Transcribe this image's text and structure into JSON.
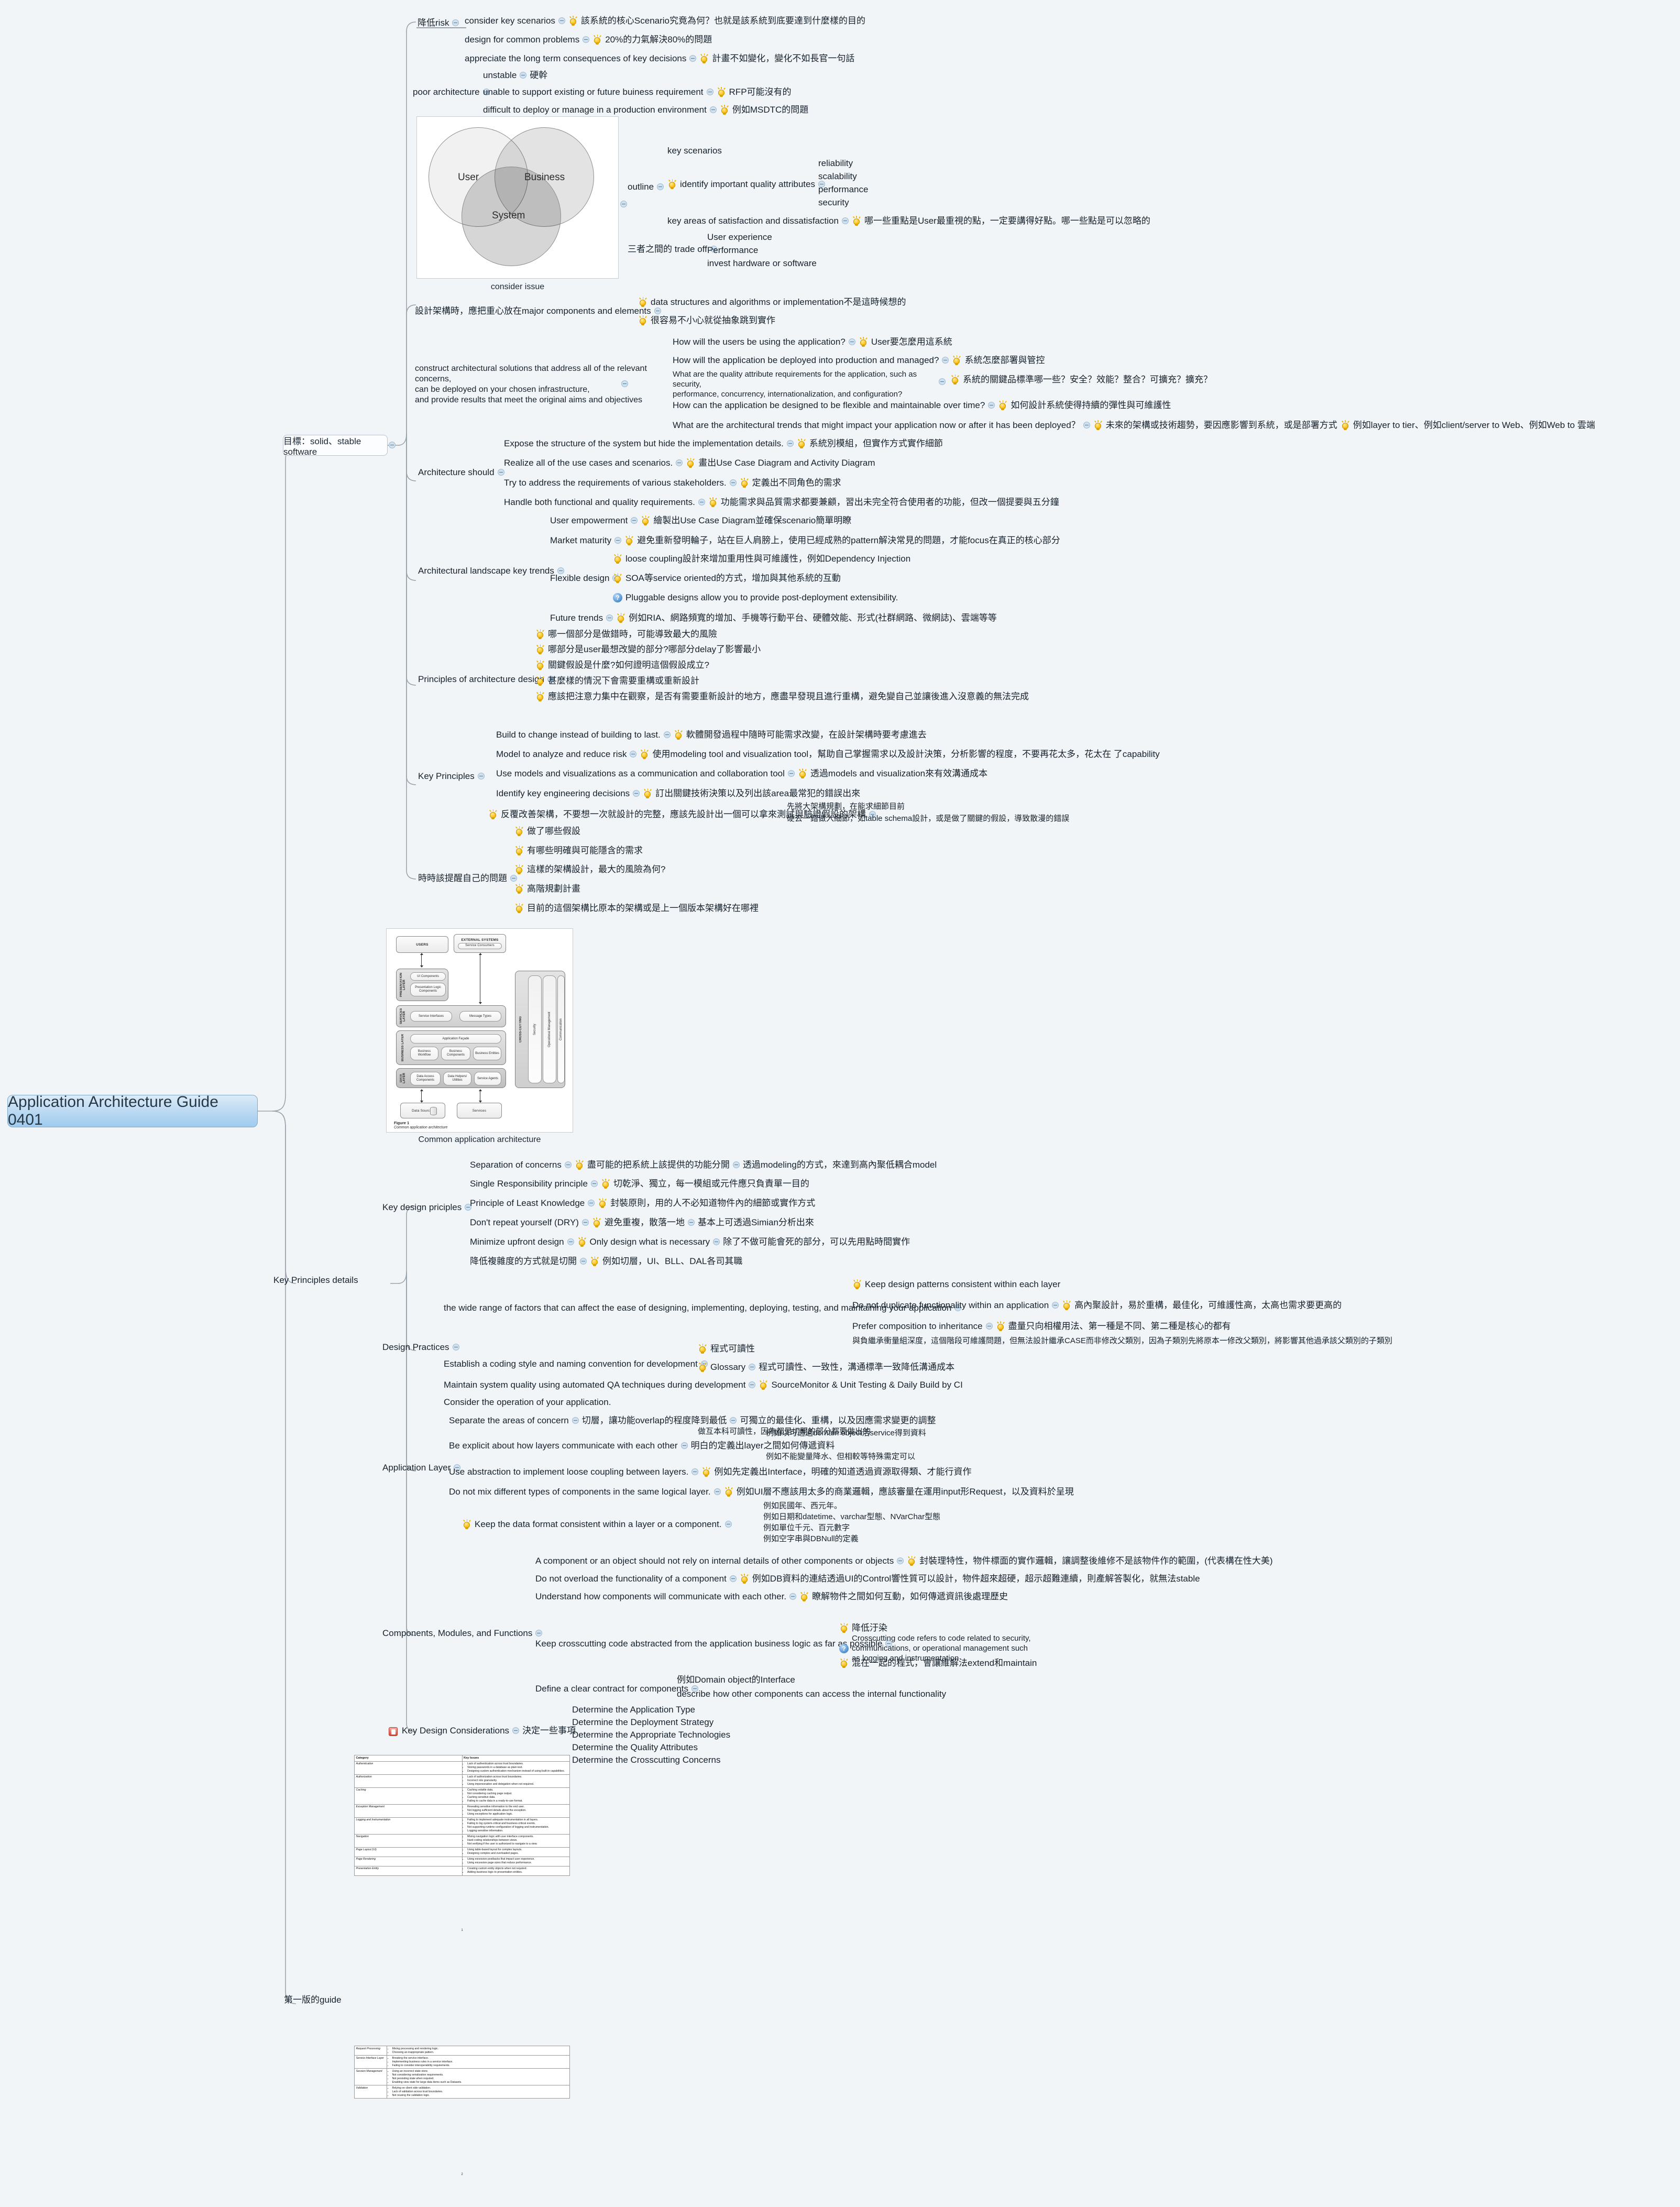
{
  "root": {
    "label": "Application Architecture Guide 0401"
  },
  "icons": {
    "bulb": "lightbulb-icon",
    "question": "question-icon",
    "toggle": "collapse-toggle-icon"
  },
  "branches": {
    "reduce_risk": {
      "label": "降低risk",
      "children": [
        {
          "label": "consider key scenarios",
          "note": "該系統的核心Scenario究竟為何？也就是該系統到底要達到什麼樣的目的"
        },
        {
          "label": "design for common problems",
          "note": "20%的力氣解決80%的問題"
        },
        {
          "label": "appreciate the long term consequences of key decisions",
          "note": "計畫不如變化，變化不如長官一句話"
        }
      ]
    },
    "poor_architecture": {
      "label": "poor architecture",
      "children": [
        {
          "label": "unstable",
          "note": "硬幹"
        },
        {
          "label": "unable to support existing or future buiness requirement",
          "note": "RFP可能沒有的"
        },
        {
          "label": "difficult to deploy or manage in a production environment",
          "note": "例如MSDTC的問題"
        }
      ]
    },
    "venn": {
      "caption": "consider issue",
      "circles": [
        "User",
        "Business",
        "System"
      ]
    },
    "outline": {
      "label": "outline",
      "children": [
        {
          "label": "key scenarios"
        },
        {
          "label": "identify important quality attributes",
          "has_bulb": true,
          "children": [
            "reliability",
            "scalability",
            "performance",
            "security"
          ]
        },
        {
          "label": "key areas of satisfaction and dissatisfaction",
          "note": "哪一些重點是User最重視的點，一定要講得好點。哪一些點是可以忽略的"
        }
      ]
    },
    "tradeoff": {
      "label": "三者之間的 trade off",
      "children": [
        "User experience",
        "Performance",
        "invest hardware or software"
      ]
    },
    "design_focus": {
      "label": "設計架構時，應把重心放在major components and elements",
      "notes": [
        "data structures and algorithms or implementation不是這時候想的",
        "很容易不小心就從抽象跳到實作"
      ]
    },
    "construct": {
      "label": "construct architectural solutions that address all of  the relevant concerns,\ncan be deployed on your chosen infrastructure,\nand provide results that meet the original aims and objectives",
      "children": [
        {
          "label": "How will the users be using the application?",
          "note": "User要怎麼用這系統"
        },
        {
          "label": "How will the application be deployed into production and managed?",
          "note": "系統怎麼部署與管控"
        },
        {
          "label": "What are the quality attribute requirements for the application, such as security,\nperformance, concurrency, internationalization, and configuration?",
          "note": "系統的關鍵品標準哪一些？安全？效能？整合？可擴充？擴充？"
        },
        {
          "label": "How can the application be designed to be flexible and maintainable over time?",
          "note": "如何設計系統使得持續的彈性與可維護性"
        },
        {
          "label": "What are the architectural trends that might impact your application now or after it has been deployed？",
          "notes": [
            "未來的架構或技術趨勢，要因應影響到系統，或是部署方式",
            "例如layer to tier、例如client/server to Web、例如Web to 雲端"
          ]
        }
      ]
    },
    "goal": {
      "label": "目標：solid、stable software"
    },
    "architecture_should": {
      "label": "Architecture should",
      "children": [
        {
          "label": "Expose the structure of the system but hide the implementation details.",
          "note": "系統別模組，但實作方式實作細節"
        },
        {
          "label": "Realize all of the use cases and scenarios.",
          "note": "畫出Use Case Diagram and Activity Diagram"
        },
        {
          "label": "Try to address the requirements of various stakeholders.",
          "note": "定義出不同角色的需求"
        },
        {
          "label": "Handle both functional and quality requirements.",
          "note": "功能需求與品質需求都要兼顧，習出未完全符合使用者的功能，但改一個提要與五分鐘"
        }
      ]
    },
    "landscape": {
      "label": "Architectural landscape key trends",
      "children": [
        {
          "label": "User empowerment",
          "note": "繪製出Use Case Diagram並確保scenario簡單明瞭"
        },
        {
          "label": "Market maturity",
          "note": "避免重新發明輪子，站在巨人肩膀上，使用已經成熟的pattern解決常見的問題，才能focus在真正的核心部分"
        },
        {
          "label": "Flexible design",
          "bullets": [
            {
              "note": "loose coupling設計來增加重用性與可維護性，例如Dependency Injection"
            },
            {
              "note": "SOA等service oriented的方式，增加與其他系統的互動"
            },
            {
              "note": "Pluggable designs allow you to provide post-deployment extensibility.",
              "icon": "question"
            }
          ]
        },
        {
          "label": "Future trends",
          "note": "例如RIA、網路頻寬的增加、手機等行動平台、硬體效能、形式(社群網路、微網誌)、雲端等等"
        }
      ]
    },
    "principles_arch_design": {
      "label": "Principles of architecture design",
      "notes": [
        "哪一個部分是做錯時，可能導致最大的風險",
        "哪部分是user最想改變的部分?哪部分delay了影響最小",
        "關鍵假設是什麼?如何證明這個假設成立?",
        "甚麼樣的情況下會需要重構或重新設計",
        "應該把注意力集中在觀察，是否有需要重新設計的地方，應盡早發現且進行重構，避免變自己並讓後進入沒意義的無法完成"
      ]
    },
    "key_principles": {
      "label": "Key Principles",
      "children": [
        {
          "label": "Build to change instead of building to last.",
          "note": "軟體開發過程中隨時可能需求改變，在設計架構時要考慮進去"
        },
        {
          "label": "Model to analyze and reduce risk",
          "note": "使用modeling tool and visualization tool，幫助自己掌握需求以及設計決策，分析影響的程度，不要再花太多，花太在 了capability"
        },
        {
          "label": "Use models and visualizations as a communication and collaboration tool",
          "note": "透過models and visualization來有效溝通成本"
        },
        {
          "label": "Identify key engineering decisions",
          "note": "訂出關鍵技術決策以及列出該area最常犯的錯誤出來"
        },
        {
          "label": "反覆改善架構，不要想一次就設計的完整，應該先設計出一個可以拿來測試與驗證假設的架構",
          "notes": [
            "先將大架構規劃，在能求細節目前",
            "硬去一錯做入細節，如table schema設計，或是做了關鍵的假設，導致散漫的錯誤"
          ]
        }
      ]
    },
    "self_questions": {
      "label": "時時該提醒自己的問題",
      "notes": [
        "做了哪些假設",
        "有哪些明確與可能隱含的需求",
        "這樣的架構設計，最大的風險為何?",
        "高階規劃計畫",
        "目前的這個架構比原本的架構或是上一個版本架構好在哪裡"
      ]
    },
    "arch_figure": {
      "caption": "Common application architecture",
      "fig_label": "Figure 1",
      "fig_sub": "Common application architecture"
    },
    "key_principles_details": {
      "label": "Key Principles details"
    },
    "key_design_principles": {
      "label": "Key design priciples",
      "children": [
        {
          "label": "Separation of concerns",
          "note": "盡可能的把系統上該提供的功能分開",
          "note2": "透過modeling的方式，來達到高內聚低耦合model"
        },
        {
          "label": "Single Responsibility principle",
          "note": "切乾淨、獨立，每一模組或元件應只負責單一目的"
        },
        {
          "label": "Principle of Least Knowledge",
          "note": "封裝原則，用的人不必知道物件內的細節或實作方式"
        },
        {
          "label": "Don't repeat yourself (DRY)",
          "note": "避免重複，散落一地",
          "note2": "基本上可透過Simian分析出來"
        },
        {
          "label": "Minimize upfront design",
          "note": "Only design what is necessary",
          "note2": "除了不做可能會死的部分，可以先用點時間實作"
        },
        {
          "label": "降低複雜度的方式就是切開",
          "note": "例如切層，UI、BLL、DAL各司其職"
        }
      ]
    },
    "design_practices": {
      "label": "Design Practices",
      "children": [
        {
          "label": "the wide range of factors that can affect the ease of designing, implementing, deploying, testing, and maintaining your application",
          "children": [
            {
              "label": "Keep design patterns consistent within each layer",
              "has_bulb": true
            },
            {
              "label": "Do not duplicate functionality within an application",
              "note": "高內聚設計，易於重構，最佳化，可維護性高，太高也需求要更高的"
            },
            {
              "label": "Prefer composition to inheritance",
              "note": "盡量只向相權用法、第一種是不同、第二種是核心的都有",
              "note2": "與負繼承衝量組深度，這個階段可維護問題，但無法設計繼承CASE而非修改父類別，因為子類別先將原本一修改父類別，將影響其他過承該父類別的子類別"
            }
          ]
        },
        {
          "label": "Establish a coding style and naming convention for development",
          "notes": [
            "程式可讀性"
          ],
          "children": [
            {
              "label": "Glossary",
              "note": "程式可讀性、一致性，溝通標準一致降低溝通成本"
            }
          ]
        },
        {
          "label": "Maintain system quality using automated QA techniques during development",
          "note": "SourceMonitor & Unit Testing & Daily Build by CI"
        },
        {
          "label": "Consider the operation of your application."
        }
      ]
    },
    "application_layer": {
      "label": "Application Layer",
      "children": [
        {
          "label": "Separate the areas of concern",
          "note": "切層，讓功能overlap的程度降到最低",
          "note2": "可獨立的最佳化、重構，以及因應需求變更的調整",
          "note3": "做互本科可讀性，因為都是切開的部分都要做出的"
        },
        {
          "label": "Be explicit about how layers communicate with each other",
          "notes": [
            "明白的定義出layer之間如何傳遞資料",
            "例如以可透過domain object活service得到資料",
            "例如不能變量降水、但相較等特殊需定可以"
          ]
        },
        {
          "label": "Use abstraction to implement loose coupling between layers.",
          "note": "例如先定義出Interface，明確的知道透過資源取得類、才能行資作"
        },
        {
          "label": "Do not mix different types of components in the same logical layer.",
          "note": "例如UI層不應該用太多的商業邏輯，應該審量在運用input形Request，以及資料於呈現"
        },
        {
          "label": "Keep the data format consistent within a layer or a component.",
          "notes": [
            "例如民國年、西元年。",
            "例如日期和datetime、varchar型態、NVarChar型態",
            "例如單位千元、百元數字",
            "例如空字串與DBNull的定義"
          ]
        }
      ]
    },
    "components_modules": {
      "label": "Components, Modules, and Functions",
      "children": [
        {
          "label": "A component or an object should not rely on internal details of other components or objects",
          "note": "封裝理特性，物件標面的實作邏輯，讓調整後維修不是該物件作的範圍，(代表構在性大美)"
        },
        {
          "label": "Do not overload the functionality of a component",
          "note": "例如DB資料的連結透過UI的Control響性質可以設計，物件超來超硬，超示超難連續，則產解答製化，就無法stable"
        },
        {
          "label": "Understand how components will communicate with each other.",
          "note": "瞭解物件之間如何互動，如何傳遞資訊後處理歷史"
        },
        {
          "label": "Keep crosscutting code abstracted from the application business logic as far as possible",
          "notes": [
            "降低汙染"
          ],
          "qnote": "Crosscutting code refers to code related to security, communications, or operational management such as logging and instrumentation",
          "note2": "混在一起的程式，會讓維解法extend和maintain"
        },
        {
          "label": "Define a clear contract for components",
          "children": [
            "例如Domain object的Interface",
            "describe how other components can access the internal functionality"
          ]
        }
      ]
    },
    "key_design_considerations": {
      "label": "Key Design Considerations",
      "sub": "決定一些事項",
      "children": [
        "Determine the Application Type",
        "Determine the Deployment Strategy",
        "Determine the Appropriate Technologies",
        "Determine the Quality Attributes",
        "Determine the Crosscutting Concerns"
      ]
    },
    "first_guide": {
      "label": "第一版的guide"
    }
  },
  "arch_figure": {
    "users": "USERS",
    "external_systems": "EXTERNAL SYSTEMS",
    "service_consumers": "Service Consumers",
    "presentation_layer": "PRESENTATION LAYER",
    "ui_components": "UI Components",
    "presentation_logic": "Presentation Logic Components",
    "services_layer": "SERVICES LAYER",
    "service_interfaces": "Service Interfaces",
    "message_types": "Message Types",
    "business_layer": "BUSINESS LAYER",
    "application_facade": "Application Façade",
    "business_workflow": "Business Workflow",
    "business_components": "Business Components",
    "business_entities": "Business Entities",
    "data_layer": "DATA LAYER",
    "data_access_components": "Data Access Components",
    "data_helpers": "Data Helpers/ Utilities",
    "service_agents": "Service Agents",
    "data_sources": "Data Sources",
    "services": "Services",
    "crosscutting": "CROSS-CUTTING",
    "security": "Security",
    "operational_management": "Operational Management",
    "communication": "Communication",
    "fig_label": "Figure 1",
    "fig_caption": "Common application architecture"
  },
  "tables": {
    "headers": [
      "Category",
      "Key Issues"
    ],
    "page1_num": "1",
    "page2_num": "2",
    "page1": [
      {
        "category": "Authentication",
        "issues": [
          "Lack of authentication across trust boundaries.",
          "Storing passwords in a database as plain text.",
          "Designing custom authentication mechanism instead of using built-in capabilities."
        ]
      },
      {
        "category": "Authorization",
        "issues": [
          "Lack of authorization across trust boundaries.",
          "Incorrect role granularity.",
          "Using impersonation and delegation when not required."
        ]
      },
      {
        "category": "Caching",
        "issues": [
          "Caching volatile data.",
          "Not considering caching page output.",
          "Caching sensitive data.",
          "Failing to cache data in a ready-to-use format."
        ]
      },
      {
        "category": "Exception Management",
        "issues": [
          "Revealing sensitive information to the end user.",
          "Not logging sufficient details about the exception.",
          "Using exceptions for application logic."
        ]
      },
      {
        "category": "Logging and Instrumentation",
        "issues": [
          "Failing to implement adequate instrumentation in all layers.",
          "Failing to log system-critical and business-critical events.",
          "Not supporting runtime configuration of logging and instrumentation.",
          "Logging sensitive information."
        ]
      },
      {
        "category": "Navigation",
        "issues": [
          "Mixing navigation logic with user interface components.",
          "Hard-coding relationships between views.",
          "Not verifying if the user is authorized to navigate to a view."
        ]
      },
      {
        "category": "Page Layout (UI)",
        "issues": [
          "Using table-based layout for complex layouts.",
          "Designing complex and overloaded pages."
        ]
      },
      {
        "category": "Page Rendering",
        "issues": [
          "Using excessive postbacks that impact user experience.",
          "Using excessive page sizes that reduce performance."
        ]
      },
      {
        "category": "Presentation Entity",
        "issues": [
          "Creating custom entity objects when not required.",
          "Adding business logic to presentation entities."
        ]
      }
    ],
    "page2": [
      {
        "category": "Request Processing",
        "issues": [
          "Mixing processing and rendering logic.",
          "Choosing an inappropriate pattern."
        ]
      },
      {
        "category": "Service Interface Layer",
        "issues": [
          "Breaking the service interface.",
          "Implementing business rules in a service interface.",
          "Failing to consider interoperability requirements."
        ]
      },
      {
        "category": "Session Management",
        "issues": [
          "Using an incorrect state store.",
          "Not considering serialization requirements.",
          "Not persisting state when required.",
          "Enabling view state for large data items such as Datasets."
        ]
      },
      {
        "category": "Validation",
        "issues": [
          "Relying on client side validation.",
          "Lack of validation across trust boundaries.",
          "Not reusing the validation logic."
        ]
      }
    ]
  }
}
